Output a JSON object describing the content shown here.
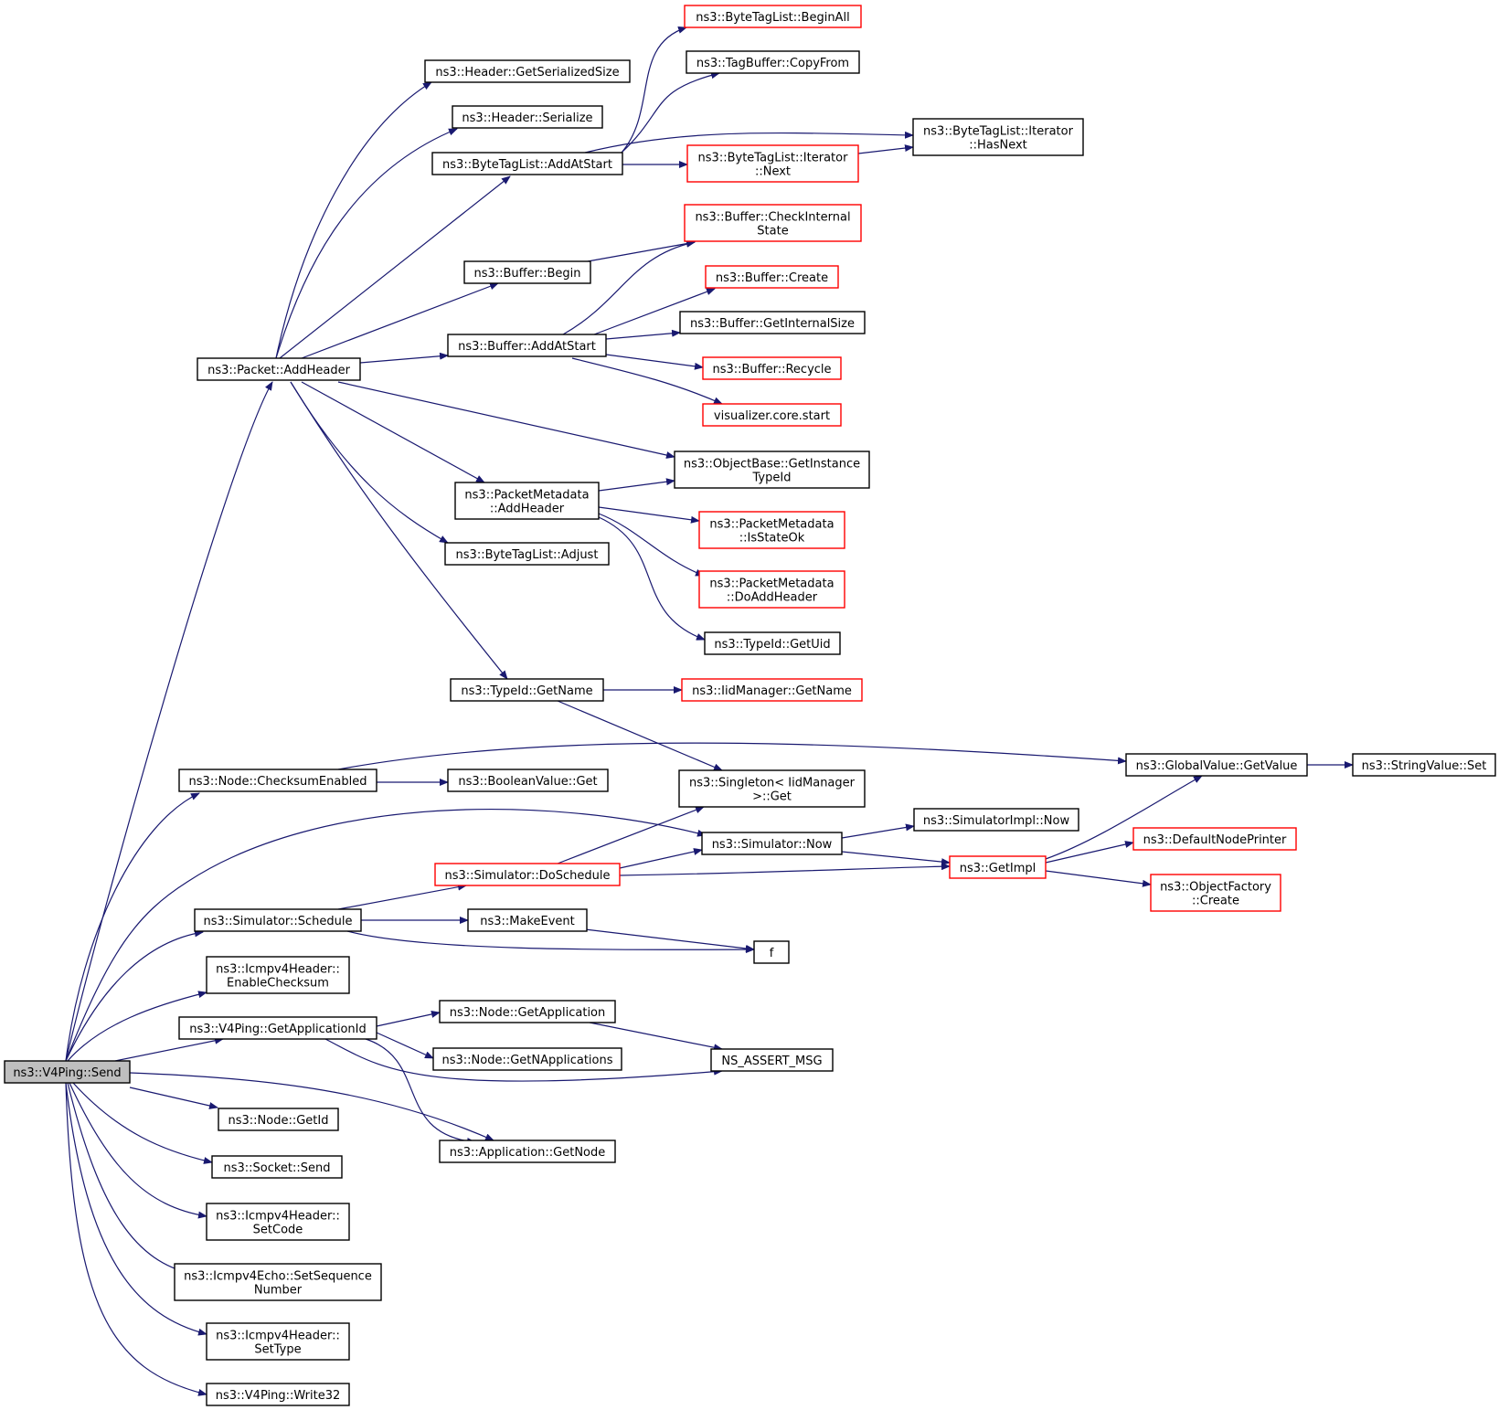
{
  "colors": {
    "edge": "#191970",
    "border_normal": "#000000",
    "border_red": "#ff0000",
    "fill_root": "#bfbfbf",
    "fill_normal": "#ffffff"
  },
  "nodes": [
    {
      "id": "send",
      "lines": [
        "ns3::V4Ping::Send"
      ],
      "style": "root"
    },
    {
      "id": "add_header",
      "lines": [
        "ns3::Packet::AddHeader"
      ],
      "style": "normal"
    },
    {
      "id": "checksum_enabled",
      "lines": [
        "ns3::Node::ChecksumEnabled"
      ],
      "style": "normal"
    },
    {
      "id": "schedule",
      "lines": [
        "ns3::Simulator::Schedule"
      ],
      "style": "normal"
    },
    {
      "id": "enable_checksum",
      "lines": [
        "ns3::Icmpv4Header::",
        "EnableChecksum"
      ],
      "style": "normal"
    },
    {
      "id": "get_application_id",
      "lines": [
        "ns3::V4Ping::GetApplicationId"
      ],
      "style": "normal"
    },
    {
      "id": "node_getid",
      "lines": [
        "ns3::Node::GetId"
      ],
      "style": "normal"
    },
    {
      "id": "socket_send",
      "lines": [
        "ns3::Socket::Send"
      ],
      "style": "normal"
    },
    {
      "id": "set_code",
      "lines": [
        "ns3::Icmpv4Header::",
        "SetCode"
      ],
      "style": "normal"
    },
    {
      "id": "set_sequence",
      "lines": [
        "ns3::Icmpv4Echo::SetSequence",
        "Number"
      ],
      "style": "normal"
    },
    {
      "id": "set_type",
      "lines": [
        "ns3::Icmpv4Header::",
        "SetType"
      ],
      "style": "normal"
    },
    {
      "id": "write32",
      "lines": [
        "ns3::V4Ping::Write32"
      ],
      "style": "normal"
    },
    {
      "id": "header_getsize",
      "lines": [
        "ns3::Header::GetSerializedSize"
      ],
      "style": "normal"
    },
    {
      "id": "header_serialize",
      "lines": [
        "ns3::Header::Serialize"
      ],
      "style": "normal"
    },
    {
      "id": "btl_addatstart",
      "lines": [
        "ns3::ByteTagList::AddAtStart"
      ],
      "style": "normal"
    },
    {
      "id": "buffer_begin",
      "lines": [
        "ns3::Buffer::Begin"
      ],
      "style": "normal"
    },
    {
      "id": "buffer_addatstart",
      "lines": [
        "ns3::Buffer::AddAtStart"
      ],
      "style": "normal"
    },
    {
      "id": "pm_addheader",
      "lines": [
        "ns3::PacketMetadata",
        "::AddHeader"
      ],
      "style": "normal"
    },
    {
      "id": "btl_adjust",
      "lines": [
        "ns3::ByteTagList::Adjust"
      ],
      "style": "normal"
    },
    {
      "id": "typeid_getname",
      "lines": [
        "ns3::TypeId::GetName"
      ],
      "style": "normal"
    },
    {
      "id": "boolean_get",
      "lines": [
        "ns3::BooleanValue::Get"
      ],
      "style": "normal"
    },
    {
      "id": "sim_doschedule",
      "lines": [
        "ns3::Simulator::DoSchedule"
      ],
      "style": "red"
    },
    {
      "id": "make_event",
      "lines": [
        "ns3::MakeEvent"
      ],
      "style": "normal"
    },
    {
      "id": "f",
      "lines": [
        "f"
      ],
      "style": "normal"
    },
    {
      "id": "node_getapplication",
      "lines": [
        "ns3::Node::GetApplication"
      ],
      "style": "normal"
    },
    {
      "id": "node_getnapplications",
      "lines": [
        "ns3::Node::GetNApplications"
      ],
      "style": "normal"
    },
    {
      "id": "app_getnode",
      "lines": [
        "ns3::Application::GetNode"
      ],
      "style": "normal"
    },
    {
      "id": "btl_beginall",
      "lines": [
        "ns3::ByteTagList::BeginAll"
      ],
      "style": "red"
    },
    {
      "id": "tagbuffer_copyfrom",
      "lines": [
        "ns3::TagBuffer::CopyFrom"
      ],
      "style": "normal"
    },
    {
      "id": "btl_iter_next",
      "lines": [
        "ns3::ByteTagList::Iterator",
        "::Next"
      ],
      "style": "red"
    },
    {
      "id": "btl_iter_hasnext",
      "lines": [
        "ns3::ByteTagList::Iterator",
        "::HasNext"
      ],
      "style": "normal"
    },
    {
      "id": "buffer_checkinternal",
      "lines": [
        "ns3::Buffer::CheckInternal",
        "State"
      ],
      "style": "red"
    },
    {
      "id": "buffer_create",
      "lines": [
        "ns3::Buffer::Create"
      ],
      "style": "red"
    },
    {
      "id": "buffer_getinternalsize",
      "lines": [
        "ns3::Buffer::GetInternalSize"
      ],
      "style": "normal"
    },
    {
      "id": "buffer_recycle",
      "lines": [
        "ns3::Buffer::Recycle"
      ],
      "style": "red"
    },
    {
      "id": "visualizer_start",
      "lines": [
        "visualizer.core.start"
      ],
      "style": "red"
    },
    {
      "id": "objectbase_getinstancetypeid",
      "lines": [
        "ns3::ObjectBase::GetInstance",
        "TypeId"
      ],
      "style": "normal"
    },
    {
      "id": "pm_isstateok",
      "lines": [
        "ns3::PacketMetadata",
        "::IsStateOk"
      ],
      "style": "red"
    },
    {
      "id": "pm_doaddheader",
      "lines": [
        "ns3::PacketMetadata",
        "::DoAddHeader"
      ],
      "style": "red"
    },
    {
      "id": "typeid_getuid",
      "lines": [
        "ns3::TypeId::GetUid"
      ],
      "style": "normal"
    },
    {
      "id": "iidmanager_getname",
      "lines": [
        "ns3::IidManager::GetName"
      ],
      "style": "red"
    },
    {
      "id": "singleton_get",
      "lines": [
        "ns3::Singleton< IidManager",
        " >::Get"
      ],
      "style": "normal"
    },
    {
      "id": "simulator_now",
      "lines": [
        "ns3::Simulator::Now"
      ],
      "style": "normal"
    },
    {
      "id": "ns_assert_msg",
      "lines": [
        "NS_ASSERT_MSG"
      ],
      "style": "normal"
    },
    {
      "id": "globalvalue_getvalue",
      "lines": [
        "ns3::GlobalValue::GetValue"
      ],
      "style": "normal"
    },
    {
      "id": "simulatorimpl_now",
      "lines": [
        "ns3::SimulatorImpl::Now"
      ],
      "style": "normal"
    },
    {
      "id": "getimpl",
      "lines": [
        "ns3::GetImpl"
      ],
      "style": "red"
    },
    {
      "id": "stringvalue_set",
      "lines": [
        "ns3::StringValue::Set"
      ],
      "style": "normal"
    },
    {
      "id": "defaultnodeprinter",
      "lines": [
        "ns3::DefaultNodePrinter"
      ],
      "style": "red"
    },
    {
      "id": "objectfactory_create",
      "lines": [
        "ns3::ObjectFactory",
        "::Create"
      ],
      "style": "red"
    }
  ],
  "edges": [
    [
      "send",
      "add_header"
    ],
    [
      "send",
      "checksum_enabled"
    ],
    [
      "send",
      "simulator_now"
    ],
    [
      "send",
      "schedule"
    ],
    [
      "send",
      "enable_checksum"
    ],
    [
      "send",
      "get_application_id"
    ],
    [
      "send",
      "app_getnode"
    ],
    [
      "send",
      "node_getid"
    ],
    [
      "send",
      "socket_send"
    ],
    [
      "send",
      "set_code"
    ],
    [
      "send",
      "set_sequence"
    ],
    [
      "send",
      "set_type"
    ],
    [
      "send",
      "write32"
    ],
    [
      "add_header",
      "header_getsize"
    ],
    [
      "add_header",
      "header_serialize"
    ],
    [
      "add_header",
      "btl_addatstart"
    ],
    [
      "add_header",
      "buffer_begin"
    ],
    [
      "add_header",
      "buffer_addatstart"
    ],
    [
      "add_header",
      "objectbase_getinstancetypeid"
    ],
    [
      "add_header",
      "pm_addheader"
    ],
    [
      "add_header",
      "btl_adjust"
    ],
    [
      "add_header",
      "typeid_getname"
    ],
    [
      "btl_addatstart",
      "btl_beginall"
    ],
    [
      "btl_addatstart",
      "tagbuffer_copyfrom"
    ],
    [
      "btl_addatstart",
      "btl_iter_hasnext"
    ],
    [
      "btl_addatstart",
      "btl_iter_next"
    ],
    [
      "btl_iter_next",
      "btl_iter_hasnext"
    ],
    [
      "buffer_begin",
      "buffer_checkinternal"
    ],
    [
      "buffer_addatstart",
      "buffer_checkinternal"
    ],
    [
      "buffer_addatstart",
      "buffer_create"
    ],
    [
      "buffer_addatstart",
      "buffer_getinternalsize"
    ],
    [
      "buffer_addatstart",
      "buffer_recycle"
    ],
    [
      "buffer_addatstart",
      "visualizer_start"
    ],
    [
      "pm_addheader",
      "objectbase_getinstancetypeid"
    ],
    [
      "pm_addheader",
      "pm_isstateok"
    ],
    [
      "pm_addheader",
      "pm_doaddheader"
    ],
    [
      "pm_addheader",
      "typeid_getuid"
    ],
    [
      "typeid_getname",
      "iidmanager_getname"
    ],
    [
      "typeid_getname",
      "singleton_get"
    ],
    [
      "checksum_enabled",
      "globalvalue_getvalue"
    ],
    [
      "checksum_enabled",
      "boolean_get"
    ],
    [
      "schedule",
      "sim_doschedule"
    ],
    [
      "schedule",
      "make_event"
    ],
    [
      "schedule",
      "f"
    ],
    [
      "sim_doschedule",
      "singleton_get"
    ],
    [
      "sim_doschedule",
      "simulator_now"
    ],
    [
      "sim_doschedule",
      "getimpl"
    ],
    [
      "simulator_now",
      "simulatorimpl_now"
    ],
    [
      "simulator_now",
      "getimpl"
    ],
    [
      "make_event",
      "f"
    ],
    [
      "get_application_id",
      "node_getapplication"
    ],
    [
      "get_application_id",
      "node_getnapplications"
    ],
    [
      "get_application_id",
      "ns_assert_msg"
    ],
    [
      "get_application_id",
      "app_getnode"
    ],
    [
      "node_getapplication",
      "ns_assert_msg"
    ],
    [
      "globalvalue_getvalue",
      "stringvalue_set"
    ],
    [
      "getimpl",
      "globalvalue_getvalue"
    ],
    [
      "getimpl",
      "defaultnodeprinter"
    ],
    [
      "getimpl",
      "objectfactory_create"
    ]
  ]
}
